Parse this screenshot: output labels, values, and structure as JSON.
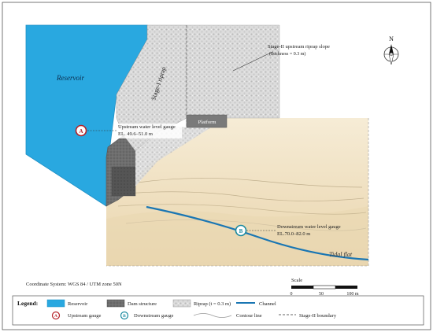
{
  "map": {
    "labels": {
      "reservoir": "Reservoir",
      "riprap_stage1": "Stage-I riprap",
      "stage2_slope_line1": "Stage-II upstream riprap slope",
      "stage2_slope_line2": "(thickness = 0.3 m)",
      "platform": "Platform",
      "tidal_flat": "Tidal flat"
    },
    "gauges": {
      "upstream": {
        "marker": "A",
        "line1": "Upstream water level gauge",
        "line2": "EL. 49.6–51.0 m"
      },
      "downstream": {
        "marker": "B",
        "line1": "Downstream water level gauge",
        "line2": "EL.70.0–82.0 m"
      }
    },
    "north_label": "N",
    "coordinate_system": "Coordinate System: WGS 84 / UTM zone 50N",
    "scale": {
      "title": "Scale",
      "ticks": [
        "0",
        "50",
        "100 m"
      ]
    },
    "colors": {
      "reservoir": "#29a8e0",
      "dam": "#6e6e6e",
      "riprap": "#d9d9d9",
      "tidal_flat": "#f3e7cc",
      "channel": "#1a76b3",
      "gauge_a": "#b52228",
      "gauge_b": "#1a8aa0",
      "platform": "#7a7a7a"
    }
  },
  "legend": {
    "title": "Legend:",
    "items": {
      "reservoir": "Reservoir",
      "dam": "Dam structure",
      "riprap": "Riprap (t = 0.3 m)",
      "channel": "Channel",
      "upstream_gauge": "Upstream gauge",
      "downstream_gauge": "Downstream gauge",
      "contour": "Contour line",
      "boundary": "Stage-II boundary"
    },
    "markers": {
      "a": "A",
      "b": "B"
    }
  }
}
